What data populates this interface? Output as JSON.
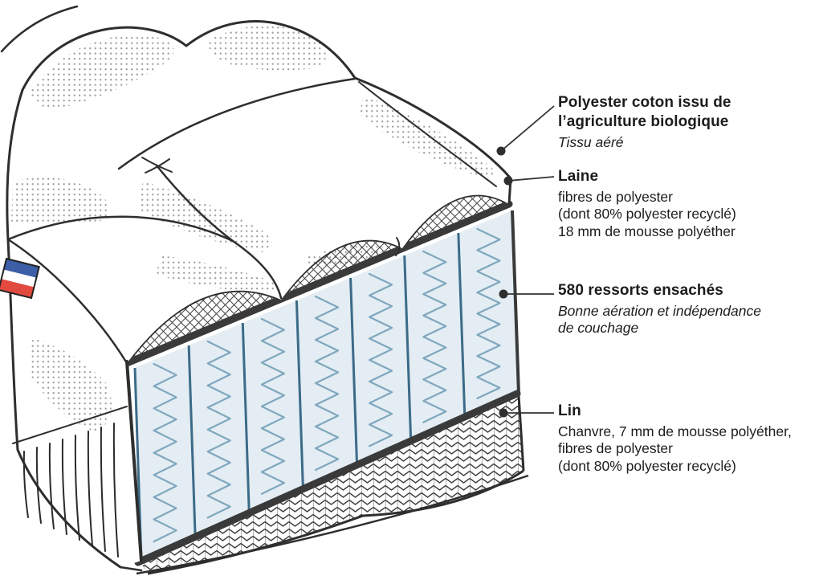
{
  "callouts": [
    {
      "title": "Polyester coton issu de\nl’agriculture biologique",
      "subtitle": "Tissu aéré"
    },
    {
      "title": "Laine",
      "body": "fibres de polyester\n(dont 80% polyester recyclé)\n18 mm de mousse polyéther"
    },
    {
      "title": "580 ressorts ensachés",
      "subtitle": "Bonne aération et indépendance\nde couchage"
    },
    {
      "title": "Lin",
      "body": "Chanvre, 7 mm de mousse polyéther,\nfibres de polyester\n(dont 80% polyester recyclé)"
    }
  ],
  "illustration": {
    "spring_columns": 7,
    "flag_icon": "french-flag-tag"
  },
  "colors": {
    "background": "#ffffff",
    "ink": "#1c1c1c",
    "outline": "#2e2e2e",
    "callout_line": "#333333",
    "spring_fill": "#e3edf3",
    "spring_coil": "#7fa7be",
    "spring_divider": "#3c6b88",
    "flag_blue": "#3d5fa8",
    "flag_white": "#ffffff",
    "flag_red": "#e2493f"
  }
}
